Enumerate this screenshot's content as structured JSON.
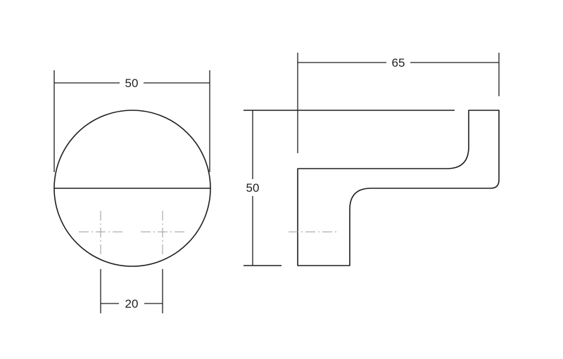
{
  "dimensions": {
    "front_diameter": "50",
    "front_hole_spacing": "20",
    "side_length": "65",
    "side_height": "50"
  }
}
